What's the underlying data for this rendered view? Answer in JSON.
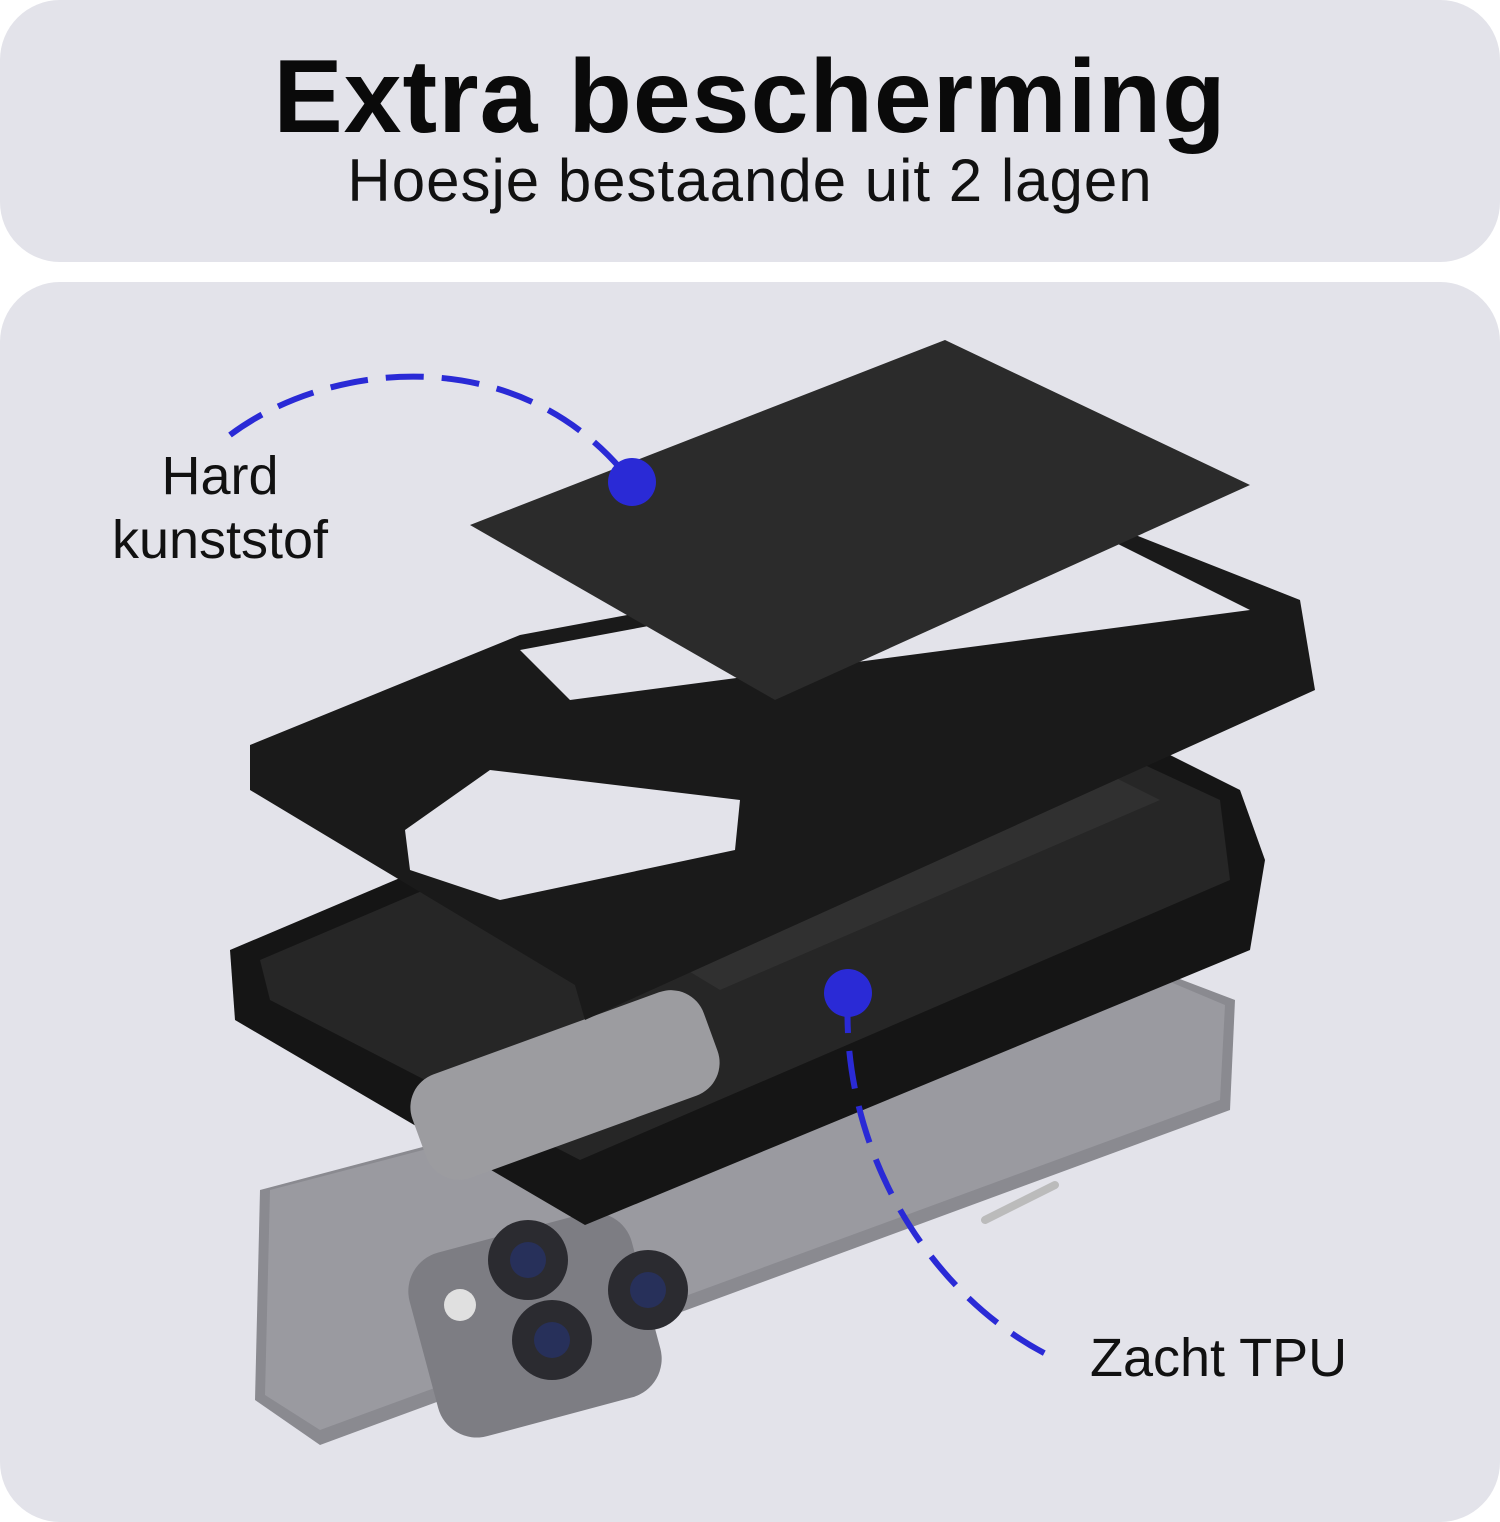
{
  "header": {
    "title": "Extra bescherming",
    "subtitle": "Hoesje bestaande uit 2 lagen"
  },
  "labels": {
    "hard": [
      "Hard",
      "kunststof"
    ],
    "tpu": "Zacht TPU"
  },
  "colors": {
    "panel": "#e3e3ea",
    "accent": "#2a2ad6",
    "case": "#1c1c1c",
    "phone": "#8a8a8e"
  }
}
